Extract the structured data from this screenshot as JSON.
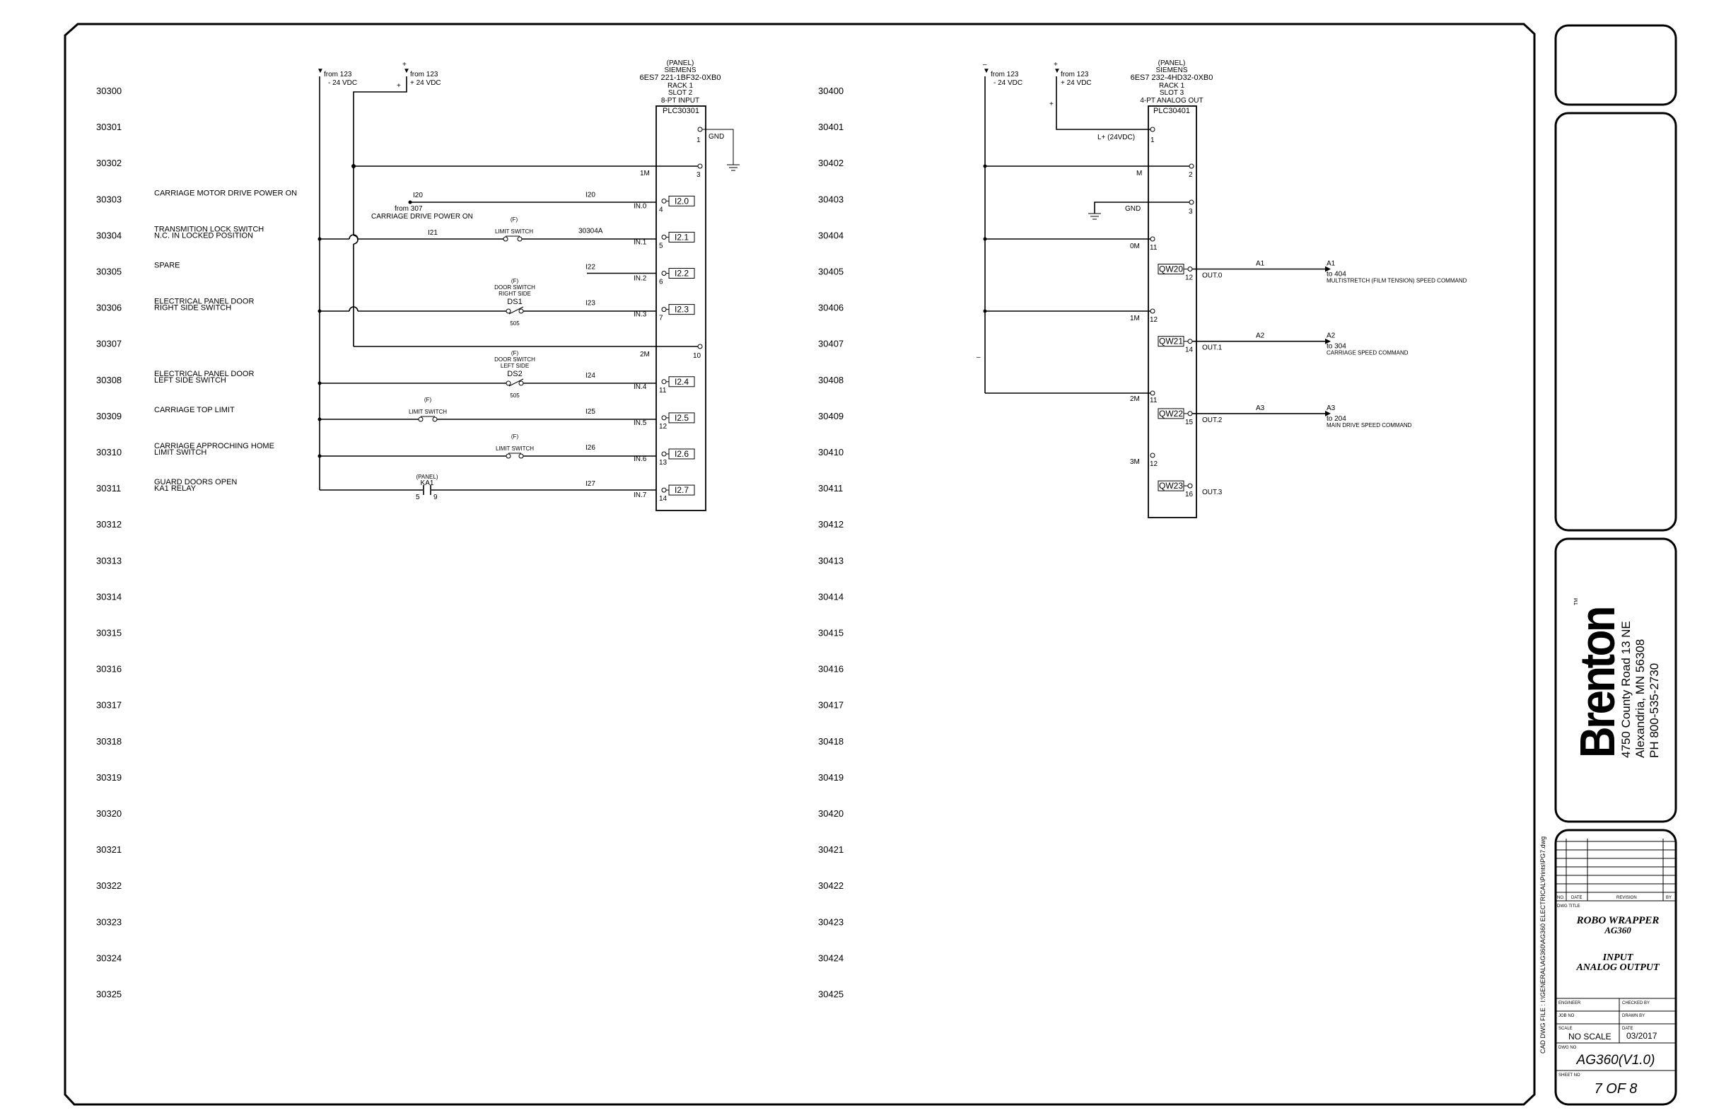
{
  "rungs_left": [
    "30300",
    "30301",
    "30302",
    "30303",
    "30304",
    "30305",
    "30306",
    "30307",
    "30308",
    "30309",
    "30310",
    "30311",
    "30312",
    "30313",
    "30314",
    "30315",
    "30316",
    "30317",
    "30318",
    "30319",
    "30320",
    "30321",
    "30322",
    "30323",
    "30324",
    "30325"
  ],
  "rungs_right": [
    "30400",
    "30401",
    "30402",
    "30403",
    "30404",
    "30405",
    "30406",
    "30407",
    "30408",
    "30409",
    "30410",
    "30411",
    "30412",
    "30413",
    "30414",
    "30415",
    "30416",
    "30417",
    "30418",
    "30419",
    "30420",
    "30421",
    "30422",
    "30423",
    "30424",
    "30425"
  ],
  "left": {
    "supply_neg": "from 123",
    "supply_neg_v": "- 24 VDC",
    "supply_pos": "from 123",
    "supply_pos_v": "+ 24 VDC",
    "plc_panel": "(PANEL)",
    "plc_maker": "SIEMENS",
    "plc_part": "6ES7 221-1BF32-0XB0",
    "plc_rack": "RACK 1",
    "plc_slot": "SLOT 2",
    "plc_type": "8-PT INPUT",
    "plc_tag": "PLC30301",
    "gnd": "GND",
    "m1": "1M",
    "m2": "2M",
    "desc": [
      {
        "l1": "CARRIAGE MOTOR DRIVE POWER ON",
        "l2": ""
      },
      {
        "l1": "TRANSMITION LOCK SWITCH",
        "l2": "N.C. IN LOCKED POSITION"
      },
      {
        "l1": "SPARE",
        "l2": ""
      },
      {
        "l1": "ELECTRICAL PANEL DOOR",
        "l2": "RIGHT SIDE SWITCH"
      },
      {
        "l1": "ELECTRICAL PANEL DOOR",
        "l2": "LEFT SIDE SWITCH"
      },
      {
        "l1": "CARRIAGE TOP LIMIT",
        "l2": ""
      },
      {
        "l1": "CARRIAGE APPROCHING HOME",
        "l2": "LIMIT SWITCH"
      },
      {
        "l1": "GUARD DOORS OPEN",
        "l2": "KA1 RELAY"
      }
    ],
    "inputs": [
      {
        "wire": "I20",
        "ch": "IN.0",
        "addr": "I2.0",
        "term": "4"
      },
      {
        "wire": "30304A",
        "ch": "IN.1",
        "addr": "I2.1",
        "term": "5"
      },
      {
        "wire": "I22",
        "ch": "IN.2",
        "addr": "I2.2",
        "term": "6"
      },
      {
        "wire": "I23",
        "ch": "IN.3",
        "addr": "I2.3",
        "term": "7"
      },
      {
        "wire": "I24",
        "ch": "IN.4",
        "addr": "I2.4",
        "term": "11"
      },
      {
        "wire": "I25",
        "ch": "IN.5",
        "addr": "I2.5",
        "term": "12"
      },
      {
        "wire": "I26",
        "ch": "IN.6",
        "addr": "I2.6",
        "term": "13"
      },
      {
        "wire": "I27",
        "ch": "IN.7",
        "addr": "I2.7",
        "term": "14"
      }
    ],
    "term_gnd": "1",
    "term_1m": "3",
    "term_2m": "10",
    "w_i20": "I20",
    "from307": "from 307",
    "carr_drive": "CARRIAGE DRIVE POWER ON",
    "w_i21": "I21",
    "limit_switch": "LIMIT SWITCH",
    "f": "(F)",
    "door_switch": "DOOR SWITCH",
    "right_side": "RIGHT SIDE",
    "left_side": "LEFT SIDE",
    "ds1": "DS1",
    "ds2": "DS2",
    "n505": "505",
    "panel": "(PANEL)",
    "ka1": "KA1",
    "ka1_5": "5",
    "ka1_9": "9"
  },
  "right": {
    "supply_neg": "from 123",
    "supply_neg_v": "- 24 VDC",
    "supply_pos": "from 123",
    "supply_pos_v": "+ 24 VDC",
    "plc_panel": "(PANEL)",
    "plc_maker": "SIEMENS",
    "plc_part": "6ES7 232-4HD32-0XB0",
    "plc_rack": "RACK 1",
    "plc_slot": "SLOT 3",
    "plc_type": "4-PT ANALOG OUT",
    "plc_tag": "PLC30401",
    "lplus": "L+ (24VDC)",
    "m": "M",
    "gnd": "GND",
    "om": "0M",
    "m1": "1M",
    "m2": "2M",
    "m3": "3M",
    "t1": "1",
    "t2": "2",
    "t3": "3",
    "t11": "11",
    "t12a": "12",
    "t11b": "11",
    "t12b": "12",
    "outputs": [
      {
        "addr": "QW20",
        "term": "12",
        "ch": "OUT.0",
        "wire": "A1",
        "dest_w": "A1",
        "to": "to 404",
        "desc": "MULTISTRETCH (FILM TENSION) SPEED COMMAND"
      },
      {
        "addr": "QW21",
        "term": "14",
        "ch": "OUT.1",
        "wire": "A2",
        "dest_w": "A2",
        "to": "to 304",
        "desc": "CARRIAGE SPEED COMMAND"
      },
      {
        "addr": "QW22",
        "term": "15",
        "ch": "OUT.2",
        "wire": "A3",
        "dest_w": "A3",
        "to": "to 204",
        "desc": "MAIN DRIVE SPEED COMMAND"
      },
      {
        "addr": "QW23",
        "term": "16",
        "ch": "OUT.3",
        "wire": "",
        "dest_w": "",
        "to": "",
        "desc": ""
      }
    ]
  },
  "titleblock": {
    "company": "Brenton",
    "tm": "TM",
    "addr1": "4750 County Road 13 NE",
    "addr2": "Alexandria, MN 56308",
    "phone": "PH 800-535-2730",
    "cad_file": "CAD DWG FILE : I:\\GENERAL\\AG360\\AG360 ELECTRICAL\\Prints\\PG7.dwg",
    "rev_no": "NO.",
    "rev_date": "DATE",
    "rev_revision": "REVISION",
    "rev_by": "BY",
    "dwg_title_lbl": "DWG TITLE",
    "title1": "ROBO WRAPPER",
    "title2": "AG360",
    "title3": "INPUT",
    "title4": "ANALOG OUTPUT",
    "engineer": "ENGINEER",
    "checked_by": "CHECKED BY",
    "job_no": "JOB NO",
    "drawn_by": "DRAWN BY",
    "scale_lbl": "SCALE",
    "scale": "NO SCALE",
    "date_lbl": "DATE",
    "date": "03/2017",
    "dwg_no_lbl": "DWG NO",
    "dwg_no": "AG360(V1.0)",
    "sheet_no_lbl": "SHEET NO",
    "sheet": "7 OF 8"
  }
}
